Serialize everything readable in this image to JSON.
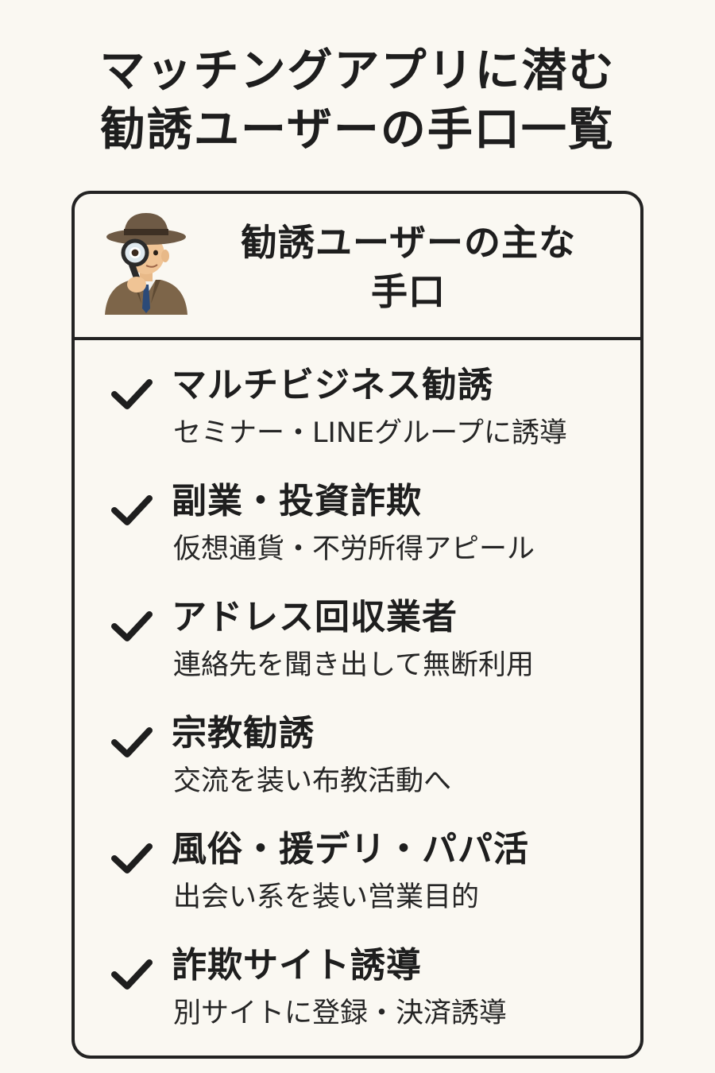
{
  "title": {
    "line1": "マッチングアプリに潜む",
    "line2": "勧誘ユーザーの手口一覧"
  },
  "card": {
    "header": {
      "icon": "detective-with-magnifying-glass-icon",
      "title_line1": "勧誘ユーザーの主な",
      "title_line2": "手口"
    },
    "items": [
      {
        "title": "マルチビジネス勧誘",
        "desc": "セミナー・LINEグループに誘導"
      },
      {
        "title": "副業・投資詐欺",
        "desc": "仮想通貨・不労所得アピール"
      },
      {
        "title": "アドレス回収業者",
        "desc": "連絡先を聞き出して無断利用"
      },
      {
        "title": "宗教勧誘",
        "desc": "交流を装い布教活動へ"
      },
      {
        "title": "風俗・援デリ・パパ活",
        "desc": "出会い系を装い営業目的"
      },
      {
        "title": "詐欺サイト誘導",
        "desc": "別サイトに登録・決済誘導"
      }
    ]
  },
  "colors": {
    "background": "#faf8f2",
    "text": "#1e1e1e",
    "border": "#232323"
  }
}
